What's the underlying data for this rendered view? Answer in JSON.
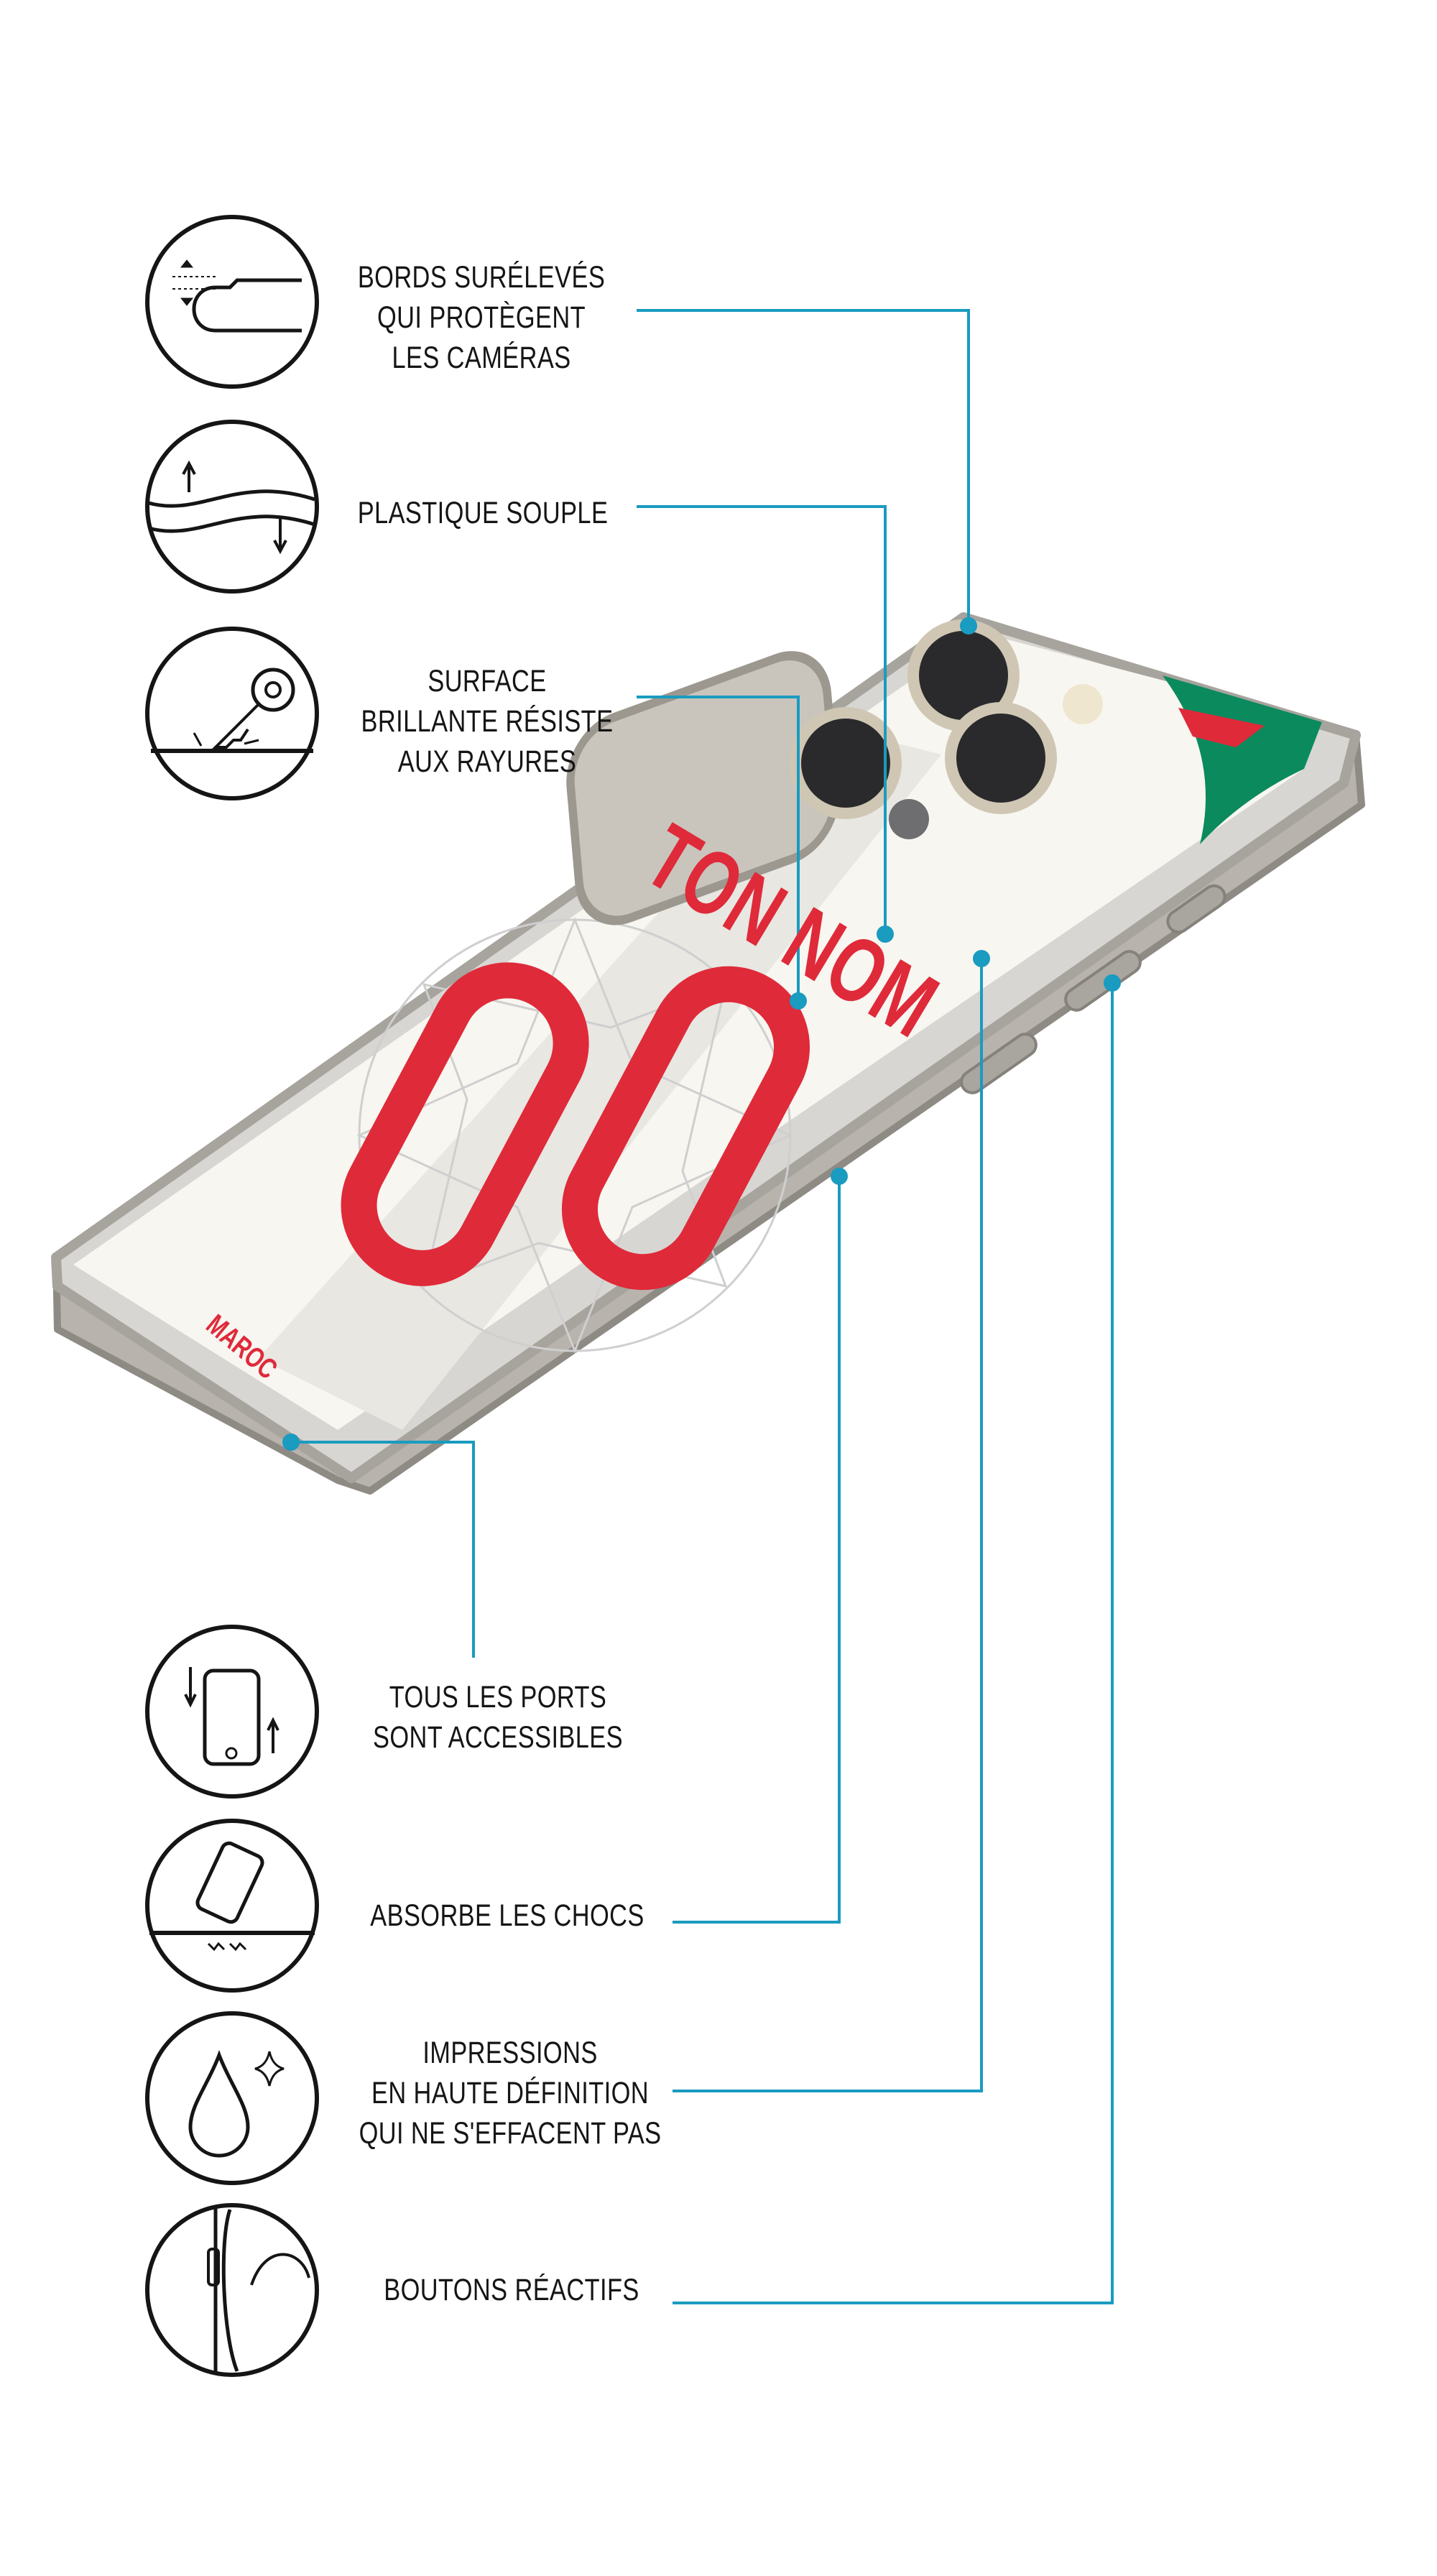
{
  "colors": {
    "leader": "#1a9bc0",
    "jersey_red": "#df2a3a",
    "flag_green": "#0b8a5e",
    "outline": "#151515"
  },
  "features": [
    {
      "icon": "raised-edge-icon",
      "lines": [
        "BORDS SURÉLEVÉS",
        "QUI PROTÈGENT",
        "LES CAMÉRAS"
      ]
    },
    {
      "icon": "flexible-plastic-icon",
      "lines": [
        "PLASTIQUE SOUPLE"
      ]
    },
    {
      "icon": "scratch-key-icon",
      "lines": [
        "SURFACE",
        "BRILLANTE RÉSISTE",
        "AUX RAYURES"
      ]
    },
    {
      "icon": "phone-ports-icon",
      "lines": [
        "TOUS LES PORTS",
        "SONT ACCESSIBLES"
      ]
    },
    {
      "icon": "shock-phone-icon",
      "lines": [
        "ABSORBE LES CHOCS"
      ]
    },
    {
      "icon": "water-drop-icon",
      "lines": [
        "IMPRESSIONS",
        "EN HAUTE DÉFINITION",
        "QUI NE S'EFFACENT PAS"
      ]
    },
    {
      "icon": "side-buttons-icon",
      "lines": [
        "BOUTONS RÉACTIFS"
      ]
    }
  ],
  "phone": {
    "name": "TON NOM",
    "number": "00",
    "country": "MAROC"
  }
}
